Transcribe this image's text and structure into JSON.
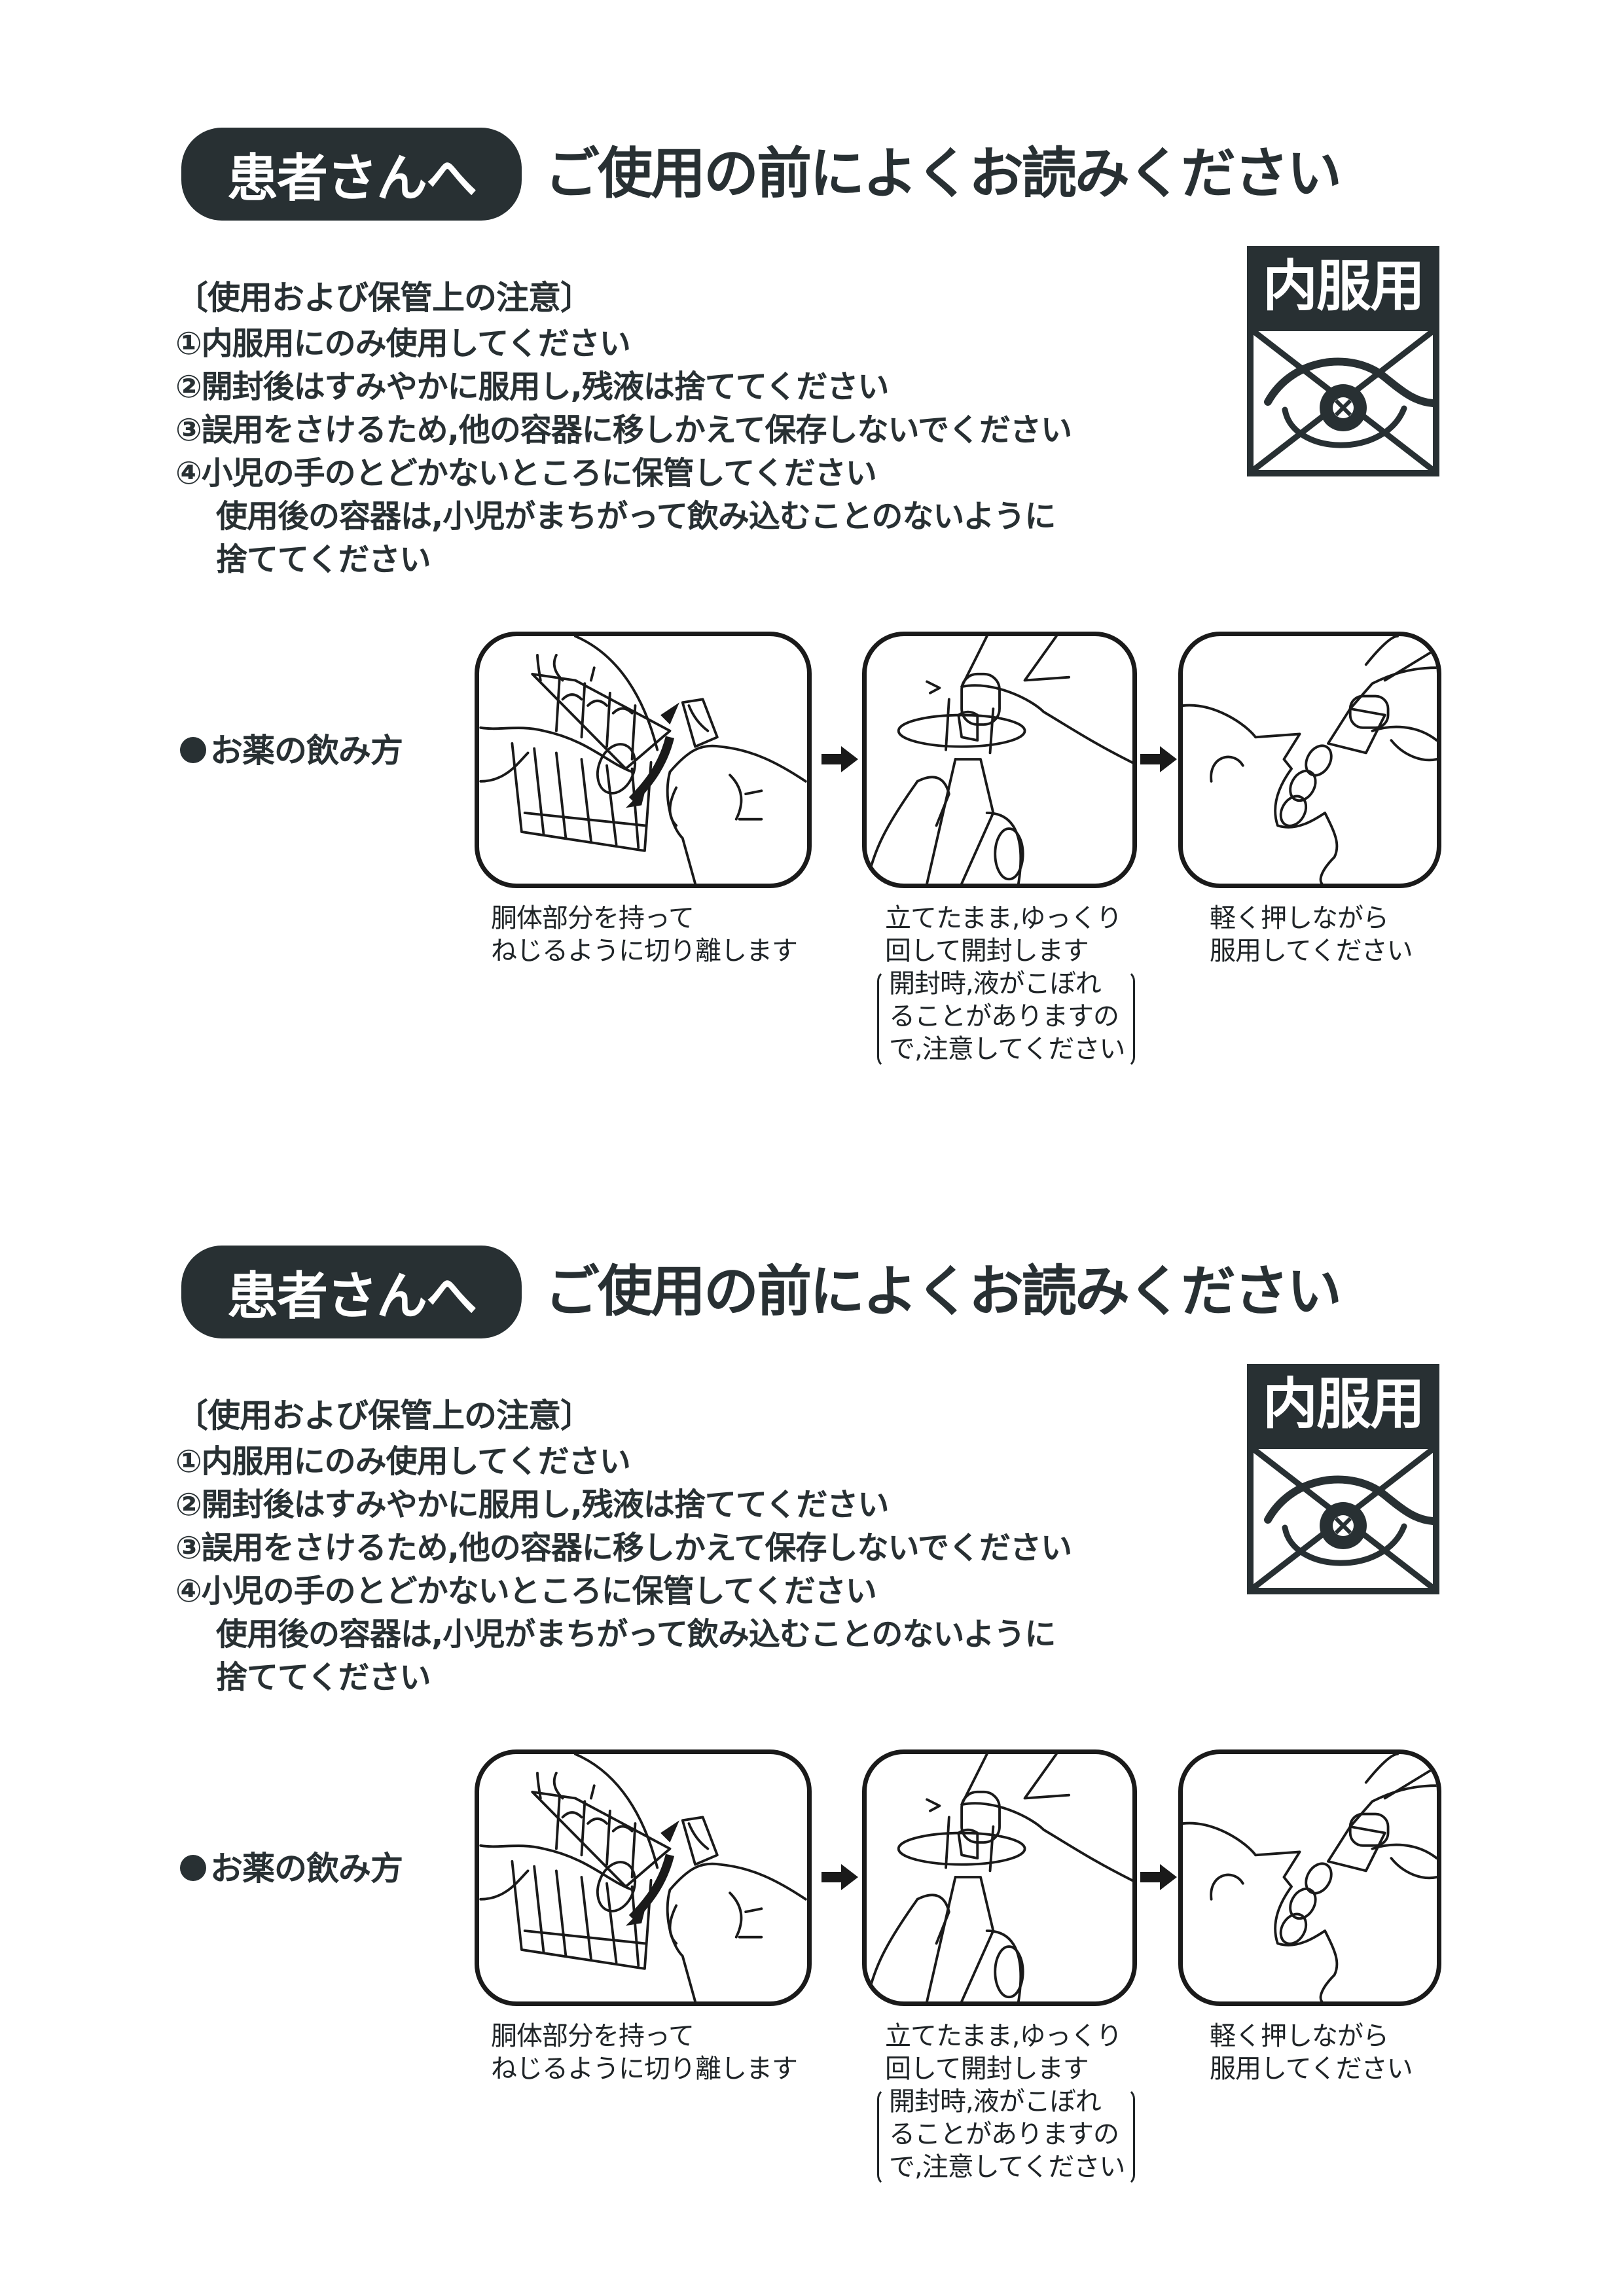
{
  "sections": [
    {
      "header": {
        "pill_label": "患者さんへ",
        "headline": "ご使用の前によくお読みください"
      },
      "notes": {
        "title": "〔使用および保管上の注意〕",
        "items": [
          "①内服用にのみ使用してください",
          "②開封後はすみやかに服用し,残液は捨ててください",
          "③誤用をさけるため,他の容器に移しかえて保存しないでください",
          "④小児の手のとどかないところに保管してください",
          "使用後の容器は,小児がまちがって飲み込むことのないように",
          "捨ててください"
        ]
      },
      "badge": {
        "label": "内服用",
        "icon": "no-eye-use-icon"
      },
      "howto": {
        "title": "お薬の飲み方",
        "steps": [
          {
            "icon": "detach-ampoule-illustration",
            "caption": [
              "胴体部分を持って",
              "ねじるように切り離します"
            ]
          },
          {
            "icon": "twist-open-illustration",
            "caption": [
              "立てたまま,ゆっくり",
              "回して開封します"
            ],
            "note": [
              "開封時,液がこぼれ",
              "ることがありますの",
              "で,注意してください"
            ]
          },
          {
            "icon": "drink-drops-illustration",
            "caption": [
              "軽く押しながら",
              "服用してください"
            ]
          }
        ],
        "arrow_icon": "right-arrow-icon"
      }
    },
    {
      "header": {
        "pill_label": "患者さんへ",
        "headline": "ご使用の前によくお読みください"
      },
      "notes": {
        "title": "〔使用および保管上の注意〕",
        "items": [
          "①内服用にのみ使用してください",
          "②開封後はすみやかに服用し,残液は捨ててください",
          "③誤用をさけるため,他の容器に移しかえて保存しないでください",
          "④小児の手のとどかないところに保管してください",
          "使用後の容器は,小児がまちがって飲み込むことのないように",
          "捨ててください"
        ]
      },
      "badge": {
        "label": "内服用",
        "icon": "no-eye-use-icon"
      },
      "howto": {
        "title": "お薬の飲み方",
        "steps": [
          {
            "icon": "detach-ampoule-illustration",
            "caption": [
              "胴体部分を持って",
              "ねじるように切り離します"
            ]
          },
          {
            "icon": "twist-open-illustration",
            "caption": [
              "立てたまま,ゆっくり",
              "回して開封します"
            ],
            "note": [
              "開封時,液がこぼれ",
              "ることがありますの",
              "で,注意してください"
            ]
          },
          {
            "icon": "drink-drops-illustration",
            "caption": [
              "軽く押しながら",
              "服用してください"
            ]
          }
        ],
        "arrow_icon": "right-arrow-icon"
      }
    }
  ],
  "colors": {
    "ink": "#283033",
    "line": "#1a1a1a",
    "paper": "#ffffff"
  }
}
